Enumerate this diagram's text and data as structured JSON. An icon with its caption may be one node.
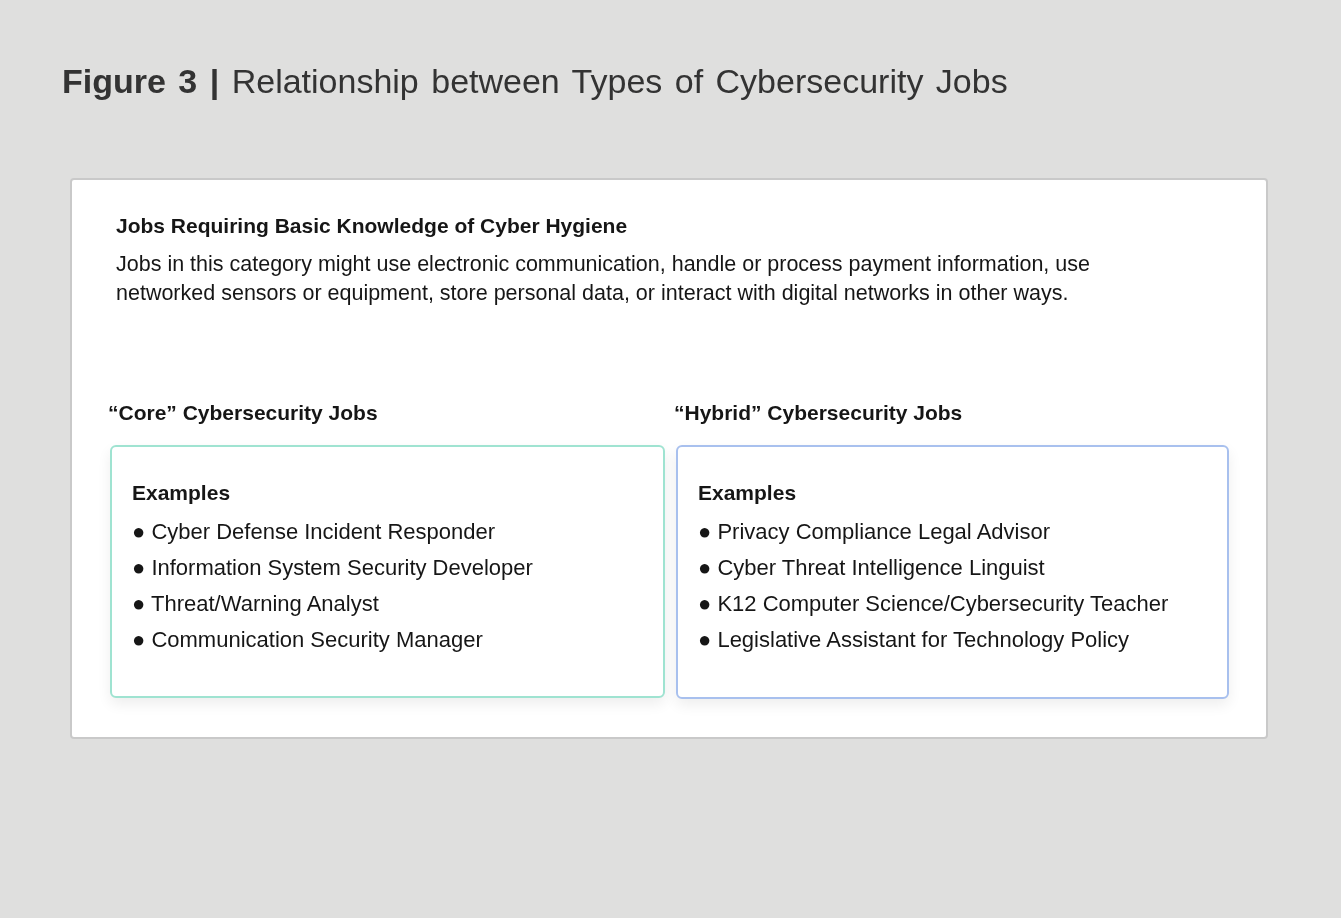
{
  "diagram": {
    "title": "**Figure 3 |** Relationship between Types of Cybersecurity Jobs",
    "nodes": [
      {
        "text": [
          "Jobs Requiring Basic Knowledge of Cyber Hygiene",
          "Jobs in this category might use electronic communication, handle or process payment information, use networked sensors or equipment, store personal data, or interact with digital networks in other ways."
        ]
      },
      {
        "text": [
          "“Core” Cybersecurity Jobs",
          "Examples",
          "● Cyber Defense Incident Responder",
          "● Information System Security Developer",
          "● Threat/Warning Analyst",
          "● Communication Security Manager"
        ],
        "in": 0
      },
      {
        "text": [
          "“Hybrid” Cybersecurity Jobs",
          "Examples",
          "● Privacy Compliance Legal Advisor",
          "● Cyber Threat Intelligence Linguist",
          "● K12 Computer Science/Cybersecurity Teacher",
          "● Legislative Assistant for Technology Policy"
        ],
        "in": 0
      }
    ]
  }
}
